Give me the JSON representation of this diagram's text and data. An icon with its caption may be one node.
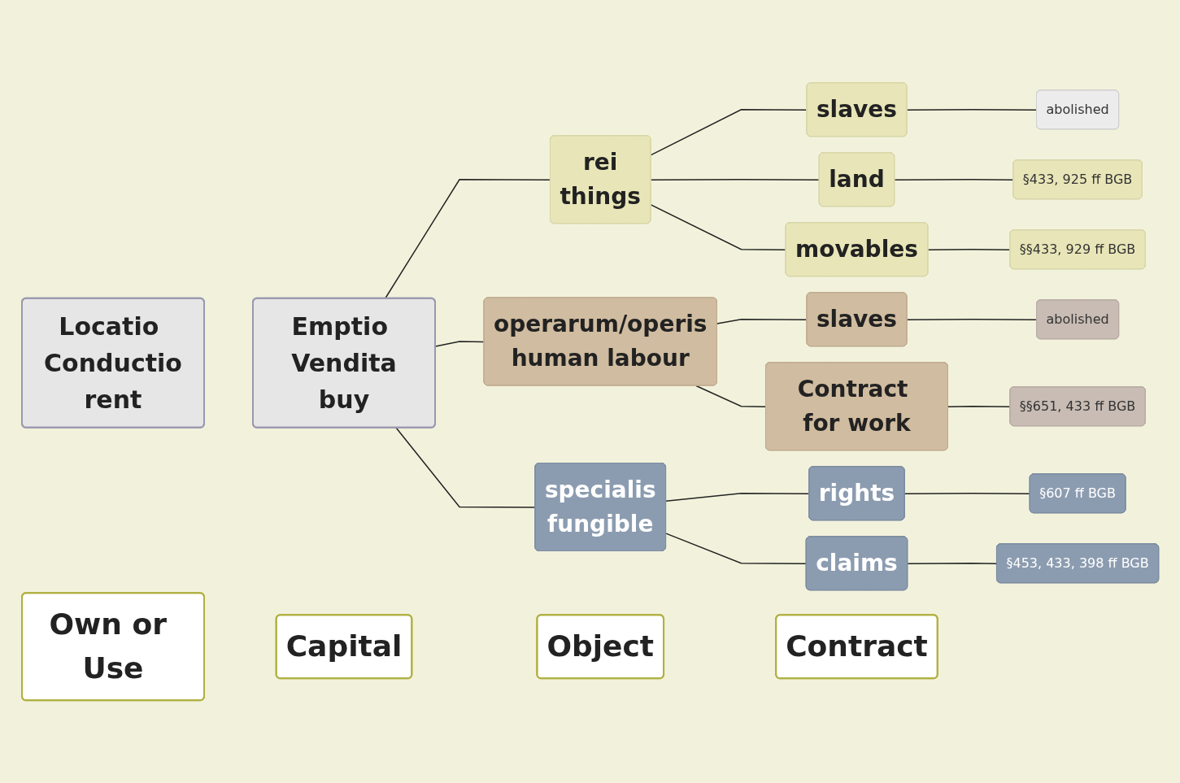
{
  "diagram": {
    "nodes": [
      {
        "text": [
          "Locatio Conductio",
          "rent"
        ]
      },
      {
        "text": [
          "Emptio Vendita",
          "buy"
        ]
      },
      {
        "text": [
          "rei",
          "things"
        ]
      },
      {
        "text": [
          "operarum/operis",
          "human labour"
        ]
      },
      {
        "text": [
          "specialis",
          "fungible"
        ]
      },
      {
        "text": [
          "slaves"
        ]
      },
      {
        "text": [
          "abolished"
        ]
      },
      {
        "text": [
          "land"
        ]
      },
      {
        "text": [
          "§433, 925 ff BGB"
        ]
      },
      {
        "text": [
          "movables"
        ]
      },
      {
        "text": [
          "§§433, 929 ff BGB"
        ]
      },
      {
        "text": [
          "slaves"
        ]
      },
      {
        "text": [
          "abolished"
        ]
      },
      {
        "text": [
          "Contract for work"
        ]
      },
      {
        "text": [
          "§§651, 433 ff BGB"
        ]
      },
      {
        "text": [
          "rights"
        ]
      },
      {
        "text": [
          "§607 ff BGB"
        ]
      },
      {
        "text": [
          "claims"
        ]
      },
      {
        "text": [
          "§453, 433, 398 ff BGB"
        ]
      },
      {
        "text": [
          "Own or Use"
        ]
      },
      {
        "text": [
          "Capital"
        ]
      },
      {
        "text": [
          "Object"
        ]
      },
      {
        "text": [
          "Contract"
        ]
      }
    ],
    "edges": [
      {
        "from": 1,
        "to": 2,
        "arrow": "none"
      },
      {
        "from": 1,
        "to": 3,
        "arrow": "none"
      },
      {
        "from": 1,
        "to": 4,
        "arrow": "none"
      },
      {
        "from": 2,
        "to": 5,
        "arrow": "none"
      },
      {
        "from": 2,
        "to": 7,
        "arrow": "none"
      },
      {
        "from": 2,
        "to": 9,
        "arrow": "none"
      },
      {
        "from": 5,
        "to": 6,
        "arrow": "none"
      },
      {
        "from": 7,
        "to": 8,
        "arrow": "none"
      },
      {
        "from": 9,
        "to": 10,
        "arrow": "none"
      },
      {
        "from": 3,
        "to": 11,
        "arrow": "none"
      },
      {
        "from": 3,
        "to": 13,
        "arrow": "none"
      },
      {
        "from": 11,
        "to": 12,
        "arrow": "none"
      },
      {
        "from": 13,
        "to": 14,
        "arrow": "none"
      },
      {
        "from": 4,
        "to": 15,
        "arrow": "none"
      },
      {
        "from": 4,
        "to": 17,
        "arrow": "none"
      },
      {
        "from": 15,
        "to": 16,
        "arrow": "none"
      },
      {
        "from": 17,
        "to": 18,
        "arrow": "none"
      }
    ]
  }
}
